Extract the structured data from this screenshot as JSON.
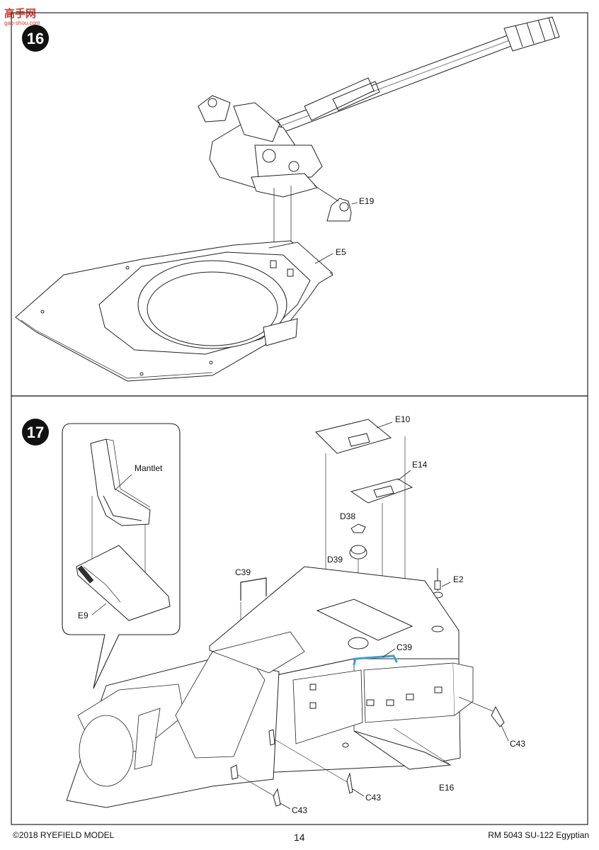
{
  "steps": [
    {
      "number": "16",
      "labels": {
        "e19": "E19",
        "e5": "E5"
      }
    },
    {
      "number": "17",
      "labels": {
        "mantlet": "Mantlet",
        "e9": "E9",
        "e10": "E10",
        "e14": "E14",
        "d38": "D38",
        "d39": "D39",
        "c39_top": "C39",
        "c39_right": "C39",
        "e2": "E2",
        "c43_right": "C43",
        "c43_mid": "C43",
        "c43_bottom": "C43",
        "e16": "E16"
      }
    }
  ],
  "footer": {
    "copyright": "©2018 RYEFIELD MODEL",
    "page": "14",
    "product": "RM 5043 SU-122 Egyptian"
  },
  "watermark": {
    "logo": "高手网",
    "url": "gao-shou.com"
  },
  "colors": {
    "highlight_part": "#3e9fd0"
  }
}
